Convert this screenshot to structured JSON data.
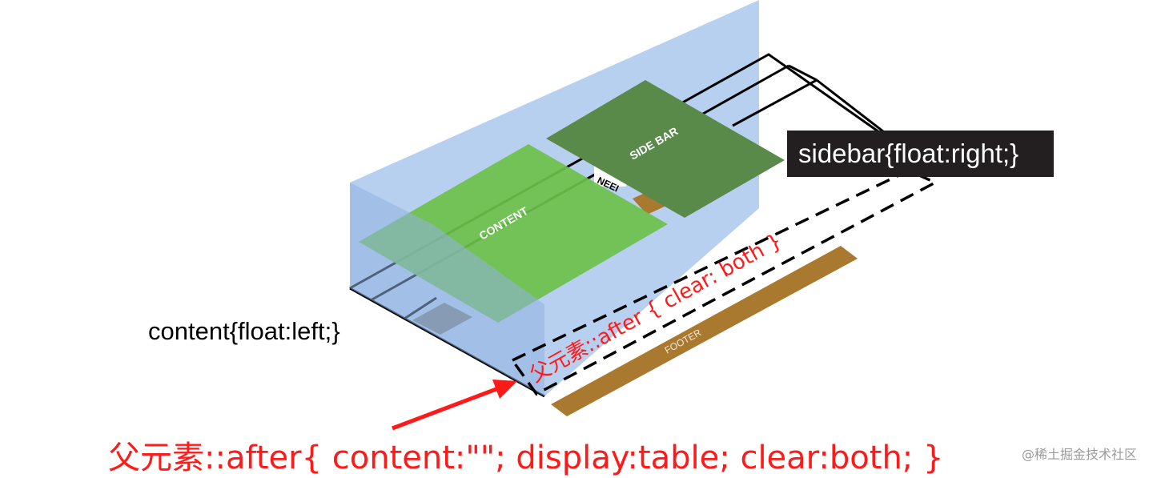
{
  "diagram": {
    "sidebar_label": "sidebar{float:right;}",
    "content_label": "content{float:left;}",
    "clear_label": "父元素::after { clear: both }",
    "code_label": "父元素::after{ content:\"\";  display:table;  clear:both;  }",
    "content_block_text": "CONTENT",
    "sidebar_block_text": "SIDE BAR",
    "footer_text": "FOOTER",
    "nav_fragment_text": "NEEI"
  },
  "colors": {
    "parent_box": "#b4cdee",
    "content_block": "#6cc04a",
    "sidebar_block": "#5a8a4a",
    "footer": "#a8792f",
    "dark_callout": "#231f20",
    "annotation_red": "#ff1a1a"
  },
  "watermark": "@稀土掘金技术社区"
}
